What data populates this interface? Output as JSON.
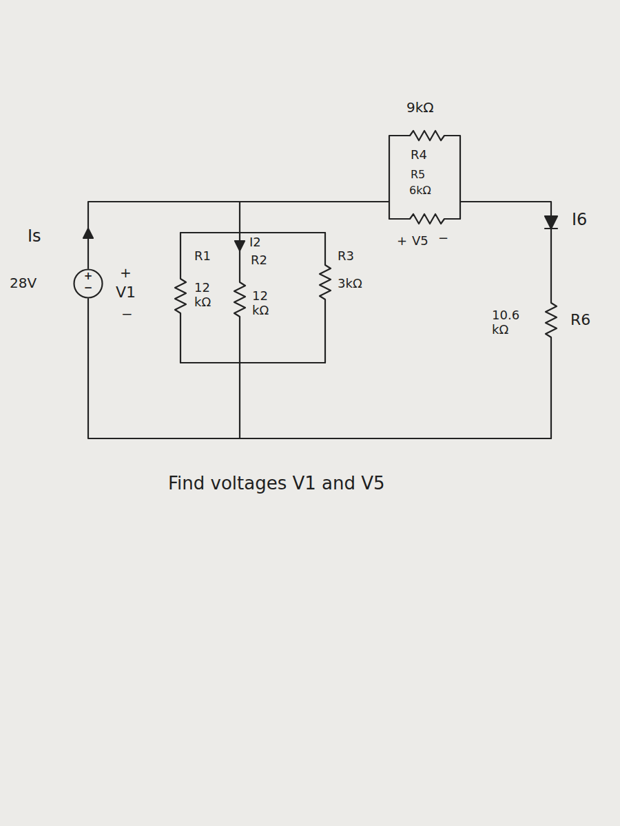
{
  "diagram": {
    "caption": "Find voltages V1 and V5",
    "nodes": [
      {
        "text": [
          "+",
          "−"
        ]
      }
    ],
    "labels": [
      "Is",
      "28V",
      "+",
      "V1",
      "−",
      "R1",
      "12 kΩ",
      "I2",
      "R2",
      "12 kΩ",
      "R3",
      "3kΩ",
      "9kΩ",
      "R4",
      "R5",
      "6kΩ",
      "+",
      "V5",
      "−",
      "I6",
      "10.6 kΩ",
      "R6"
    ]
  }
}
